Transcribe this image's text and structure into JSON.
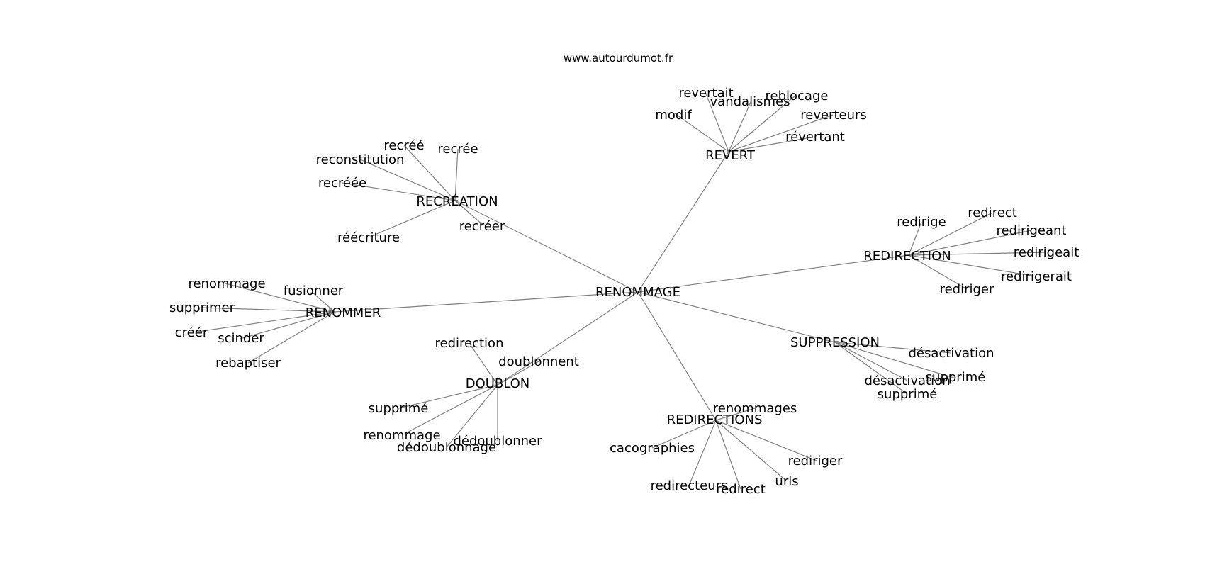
{
  "source": "www.autourdumot.fr",
  "center": "RENOMMAGE",
  "clusters": [
    {
      "label": "REVERT",
      "words": [
        "modif",
        "revertait",
        "vandalismes",
        "reblocage",
        "reverteurs",
        "révertant"
      ]
    },
    {
      "label": "RECRÉATION",
      "words": [
        "recréé",
        "recrée",
        "reconstitution",
        "recréée",
        "réécriture",
        "recréer"
      ]
    },
    {
      "label": "REDIRECTION",
      "words": [
        "redirige",
        "redirect",
        "redirigeant",
        "redirigeait",
        "redirigerait",
        "rediriger"
      ]
    },
    {
      "label": "RENOMMER",
      "words": [
        "renommage",
        "fusionner",
        "supprimer",
        "créér",
        "scinder",
        "rebaptiser"
      ]
    },
    {
      "label": "SUPPRESSION",
      "words": [
        "désactivation",
        "supprimé",
        "désactivation",
        "supprimé"
      ]
    },
    {
      "label": "DOUBLON",
      "words": [
        "redirection",
        "doublonnent",
        "supprimé",
        "renommage",
        "dédoublonnage",
        "dédoublonner"
      ]
    },
    {
      "label": "REDIRECTIONS",
      "words": [
        "renommages",
        "cacographies",
        "rediriger",
        "urls",
        "redirect",
        "redirecteurs"
      ]
    }
  ]
}
